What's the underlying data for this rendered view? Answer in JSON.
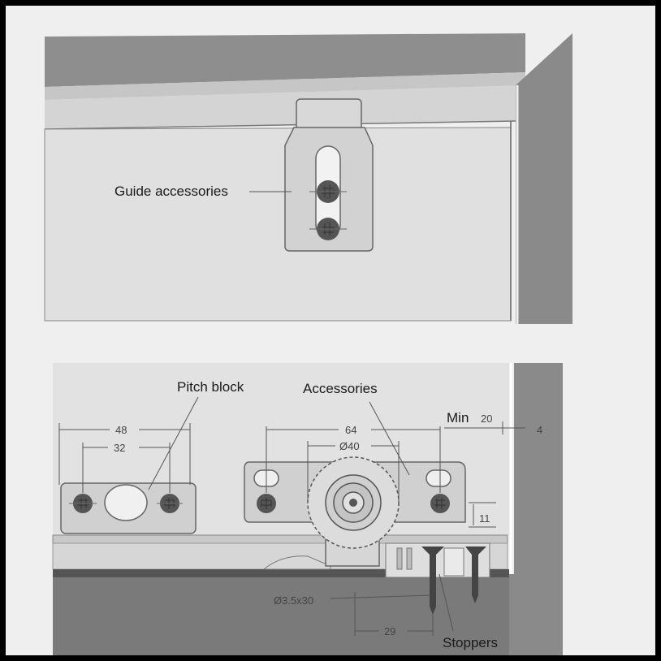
{
  "top_panel": {
    "label_guide": "Guide accessories"
  },
  "bottom_panel": {
    "label_pitch_block": "Pitch block",
    "label_accessories": "Accessories",
    "label_min": "Min",
    "label_stoppers": "Stoppers",
    "dim_48": "48",
    "dim_32": "32",
    "dim_64": "64",
    "dim_40": "Ø40",
    "dim_20": "20",
    "dim_4": "4",
    "dim_11": "11",
    "dim_29": "29",
    "dim_screw": "Ø3.5x30"
  }
}
